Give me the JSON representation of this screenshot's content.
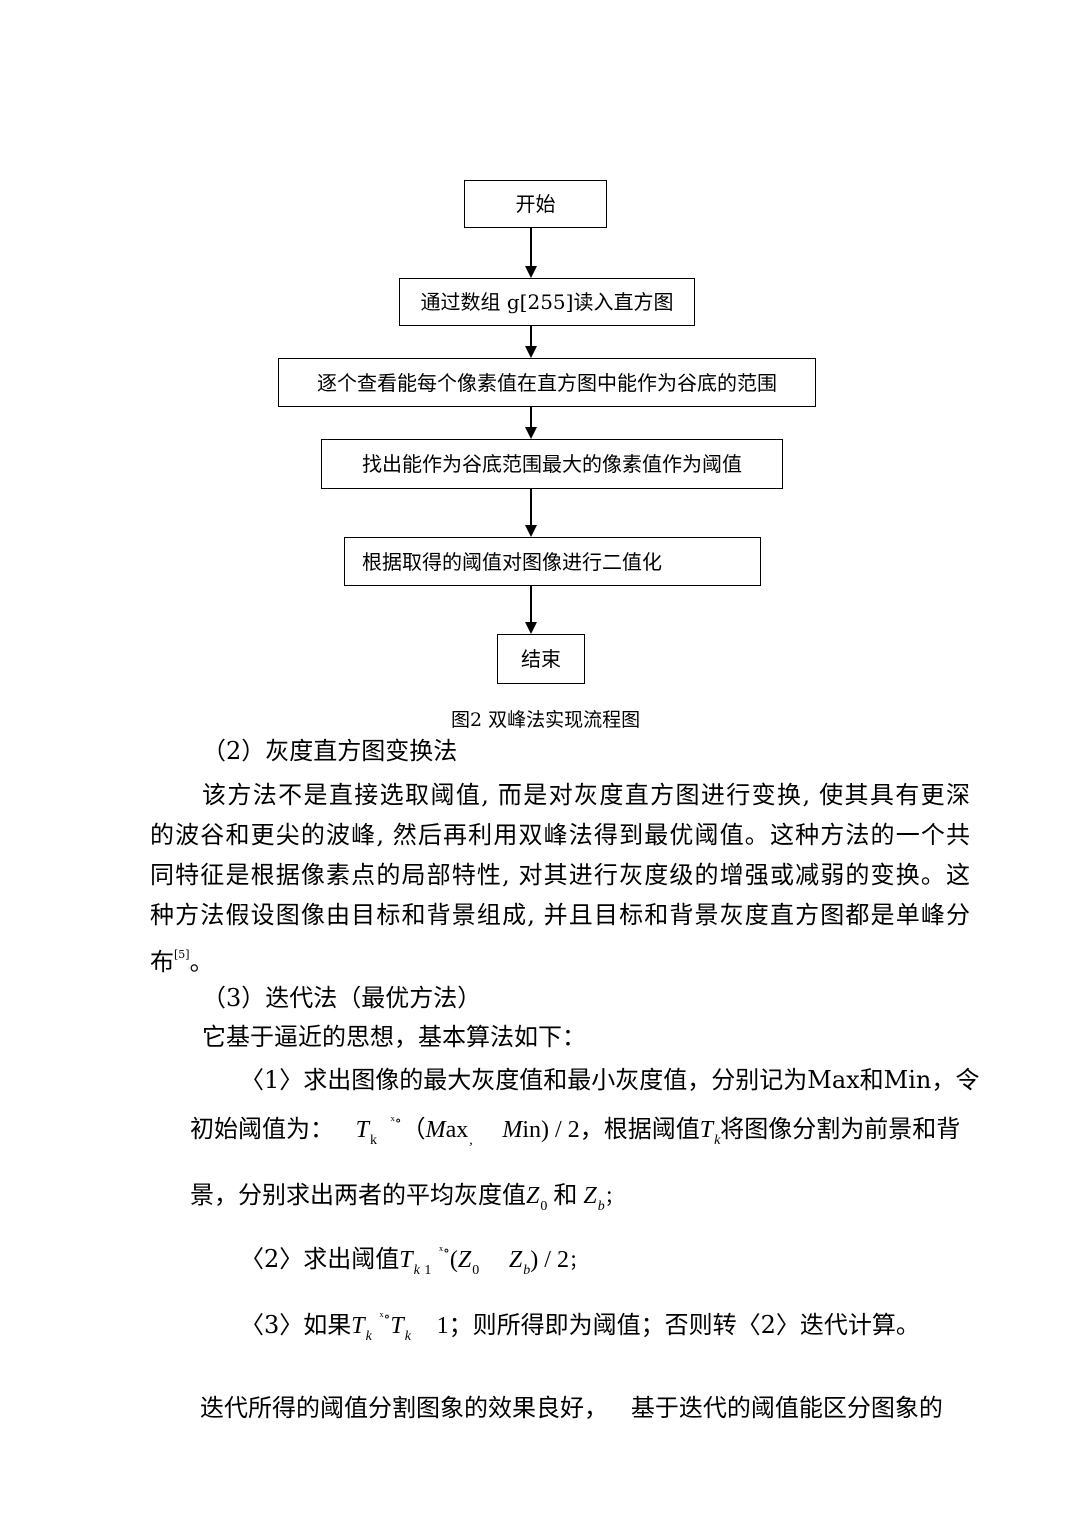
{
  "flowchart": {
    "start": "开始",
    "step_read": "通过数组 g[255]读入直方图",
    "step_check": "逐个查看能每个像素值在直方图中能作为谷底的范围",
    "step_find": "找出能作为谷底范围最大的像素值作为阈值",
    "step_binarize": "根据取得的阈值对图像进行二值化",
    "end": "结束"
  },
  "figure_caption": "图2  双峰法实现流程图",
  "section2": {
    "heading": "（2）灰度直方图变换法",
    "lines": [
      "该方法不是直接选取阈值, 而是对灰度直方图进行变换, 使其具有更深",
      "的波谷和更尖的波峰, 然后再利用双峰法得到最优阈值。这种方法的一个共",
      "同特征是根据像素点的局部特性, 对其进行灰度级的增强或减弱的变换。这",
      "种方法假设图像由目标和背景组成, 并且目标和背景灰度直方图都是单峰分"
    ],
    "last_line": "布",
    "reference": "[5]",
    "last_line_end": "。"
  },
  "section3": {
    "heading": "（3）迭代法（最优方法）",
    "intro": "它基于逼近的思想，基本算法如下：",
    "step1_line1": "〈1〉求出图像的最大灰度值和最小灰度值，分别记为Max和Min，令",
    "step1_line2_prefix": "初始阈值为：",
    "step1_formula": {
      "T": "T",
      "sub_k": "k",
      "glyph": "ˣ∘",
      "open": "（",
      "Max_M": "M",
      "Max_rest": "ax",
      "comma": ",",
      "Min_M": "M",
      "Min_rest": "in",
      "close": ")",
      "div": " / 2",
      "tail": "，根据阈值",
      "T2": "T",
      "sub2": "k",
      "tail2": "将图像分割为前景和背"
    },
    "step1_line3_prefix": "景，分别求出两者的平均灰度值",
    "Z0": "Z",
    "Z0_sub": "0",
    "and": "和",
    "Zb": "Z",
    "Zb_sub": "b",
    "semicolon": "；",
    "step2": {
      "prefix": "〈2〉求出阈值",
      "T": "T",
      "sub": "k",
      "sub_one": " 1",
      "glyph": "ˣ∘",
      "open": "(",
      "Z": "Z",
      "Z_sub0": "0",
      "Z2": "Z",
      "Z_subb": "b",
      "close": ")",
      "div": " / 2",
      "end": "；"
    },
    "step3": {
      "prefix": "〈3〉如果",
      "T": "T",
      "sub": "k",
      "glyph": "ˣ∘",
      "T2": "T",
      "sub2": "k",
      "one": "1",
      "rest": "；则所得即为阈值；否则转〈2〉迭代计算。"
    },
    "final_line": "迭代所得的阈值分割图象的效果良好，   基于迭代的阈值能区分图象的"
  }
}
